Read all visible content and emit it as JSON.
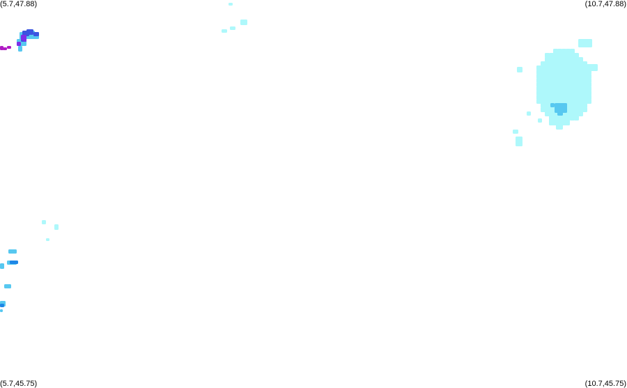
{
  "corners": {
    "top_left": "(5.7,47.88)",
    "top_right": "(10.7,47.88)",
    "bottom_left": "(5.7,45.75)",
    "bottom_right": "(10.7,45.75)"
  },
  "colors": {
    "background": "#ffffff",
    "light_cyan": "#aef8fb",
    "sky_blue": "#57c8f0",
    "blue": "#1e87e6",
    "deep_blue": "#3b55e0",
    "violet": "#7d2ee8",
    "magenta": "#b01cc4"
  }
}
